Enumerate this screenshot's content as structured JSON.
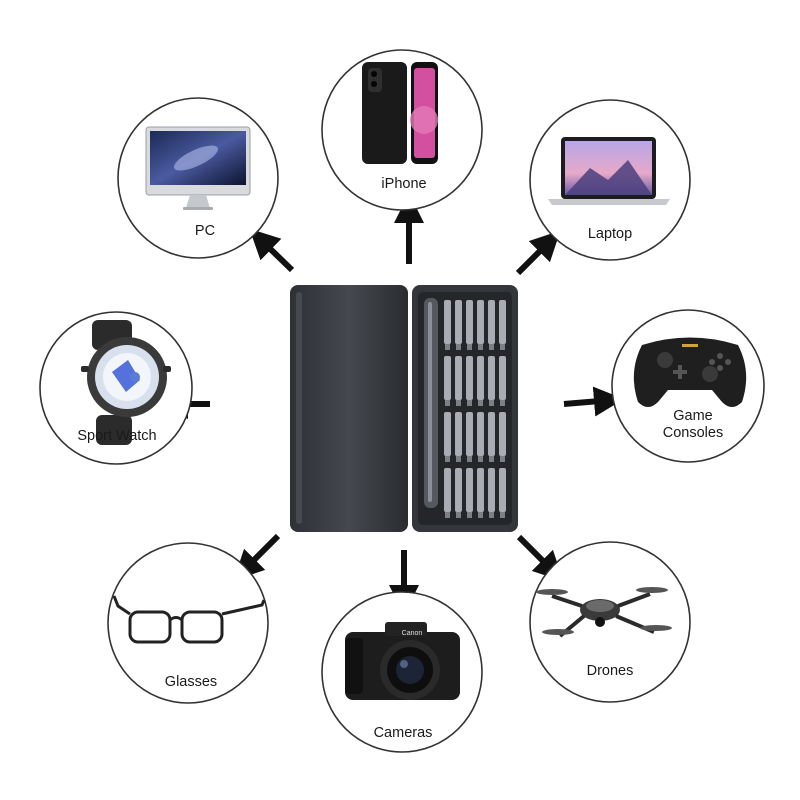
{
  "nodes": {
    "iphone": {
      "label": "iPhone"
    },
    "pc": {
      "label": "PC"
    },
    "laptop": {
      "label": "Laptop"
    },
    "watch": {
      "label": "Sport Watch"
    },
    "game": {
      "label_line1": "Game",
      "label_line2": "Consoles"
    },
    "glasses": {
      "label": "Glasses"
    },
    "cameras": {
      "label": "Cameras"
    },
    "drones": {
      "label": "Drones"
    }
  },
  "product": {
    "brand_mark": "Canon"
  },
  "colors": {
    "arrow": "#111111",
    "circle_border": "#333333",
    "case": "#3a3d42",
    "case_dark": "#26282c",
    "bit": "#a9adb3"
  }
}
